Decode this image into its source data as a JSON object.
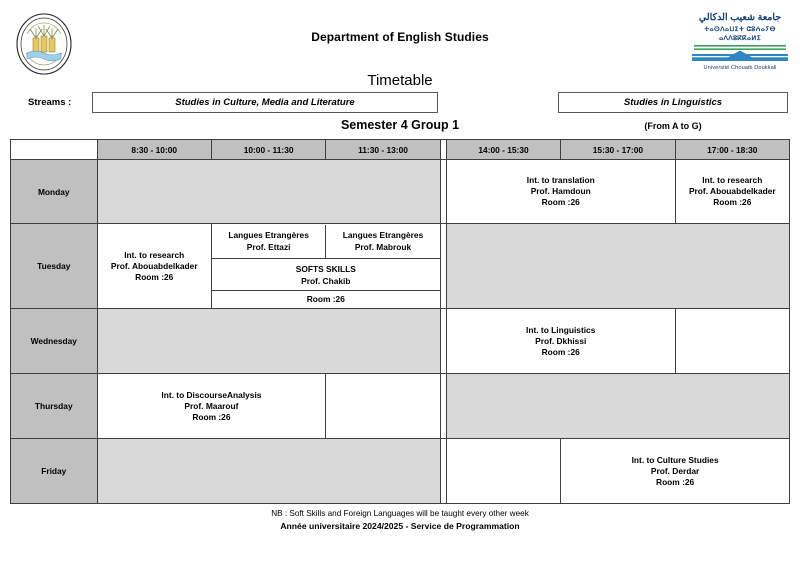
{
  "header": {
    "department_title": "Department of English Studies",
    "timetable_title": "Timetable",
    "left_logo_name": "faculty-seal",
    "right_logo": {
      "arabic": "جامعة شعيب الدكالي",
      "tifinagh": "ⵜⴰⵙⴷⴰⵡⵉⵜ ⵛⵓⵄⴰⵢⴱ ⴰⴷⴷⵓⴽⴽⴰⵍⵉ",
      "french": "Université Chouaib Doukkali",
      "color_green": "#3aa05a",
      "color_blue": "#2f86c5"
    }
  },
  "streams": {
    "label": "Streams :",
    "left": "Studies in Culture, Media and Literature",
    "right": "Studies in Linguistics"
  },
  "semester": {
    "title": "Semester 4  Group 1",
    "group_range": "(From A to G)"
  },
  "timeslots": {
    "morning": [
      "8:30 - 10:00",
      "10:00 - 11:30",
      "11:30 - 13:00"
    ],
    "afternoon": [
      "14:00 - 15:30",
      "15:30 - 17:00",
      "17:00 - 18:30"
    ]
  },
  "days": [
    "Monday",
    "Tuesday",
    "Wednesday",
    "Thursday",
    "Friday"
  ],
  "sessions": {
    "monday_translation": {
      "course": "Int. to translation",
      "teacher": "Prof. Hamdoun",
      "room": "Room :26"
    },
    "monday_research": {
      "course": "Int. to research",
      "teacher": "Prof. Abouabdelkader",
      "room": "Room :26"
    },
    "tuesday_research": {
      "course": "Int. to research",
      "teacher": "Prof. Abouabdelkader",
      "room": "Room :26"
    },
    "tuesday_langues_ettazi": {
      "course": "Langues Etrangères",
      "teacher": "Prof. Ettazi"
    },
    "tuesday_langues_mabrouk": {
      "course": "Langues Etrangères",
      "teacher": "Prof. Mabrouk"
    },
    "tuesday_soft_skills": {
      "course": "SOFTS SKILLS",
      "teacher": "Prof. Chakib",
      "room": "Room :26"
    },
    "wednesday_linguistics": {
      "course": "Int. to Linguistics",
      "teacher": "Prof. Dkhissi",
      "room": "Room :26"
    },
    "thursday_discourse": {
      "course": "Int. to DiscourseAnalysis",
      "teacher": "Prof. Maarouf",
      "room": "Room :26"
    },
    "friday_culture": {
      "course": "Int. to Culture Studies",
      "teacher": "Prof. Derdar",
      "room": "Room :26"
    }
  },
  "footer": {
    "note": "NB : Soft Skills and Foreign Languages will be taught every other week",
    "year": "Année universitaire 2024/2025 - Service de Programmation"
  },
  "colors": {
    "header_cell": "#c0c0c0",
    "empty_cell": "#d9d9d9",
    "border": "#3f3f3f"
  }
}
